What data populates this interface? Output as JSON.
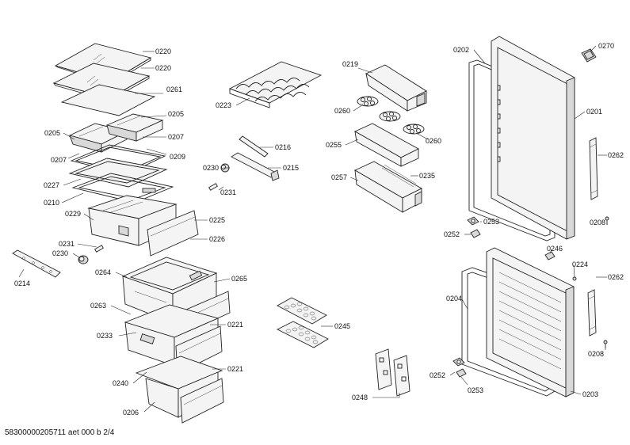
{
  "footer": "58300000205711 aet 000 b 2/4",
  "labels": {
    "l0220a": "0220",
    "l0220b": "0220",
    "l0261": "0261",
    "l0205a": "0205",
    "l0205b": "0205",
    "l0207a": "0207",
    "l0207b": "0207",
    "l0209": "0209",
    "l0227": "0227",
    "l0210": "0210",
    "l0229": "0229",
    "l0225": "0225",
    "l0226": "0226",
    "l0231a": "0231",
    "l0230a": "0230",
    "l0214": "0214",
    "l0264": "0264",
    "l0265": "0265",
    "l0263": "0263",
    "l0233": "0233",
    "l0221a": "0221",
    "l0221b": "0221",
    "l0240": "0240",
    "l0206": "0206",
    "l0223": "0223",
    "l0216": "0216",
    "l0230b": "0230",
    "l0215": "0215",
    "l0231b": "0231",
    "l0219": "0219",
    "l0260a": "0260",
    "l0260b": "0260",
    "l0255": "0255",
    "l0257": "0257",
    "l0235": "0235",
    "l0245": "0245",
    "l0248": "0248",
    "l0202": "0202",
    "l0270": "0270",
    "l0201": "0201",
    "l0262a": "0262",
    "l0208a": "0208",
    "l0253a": "0253",
    "l0252a": "0252",
    "l0246": "0246",
    "l0224": "0224",
    "l0204": "0204",
    "l0262b": "0262",
    "l0208b": "0208",
    "l0252b": "0252",
    "l0253b": "0253",
    "l0203": "0203"
  }
}
